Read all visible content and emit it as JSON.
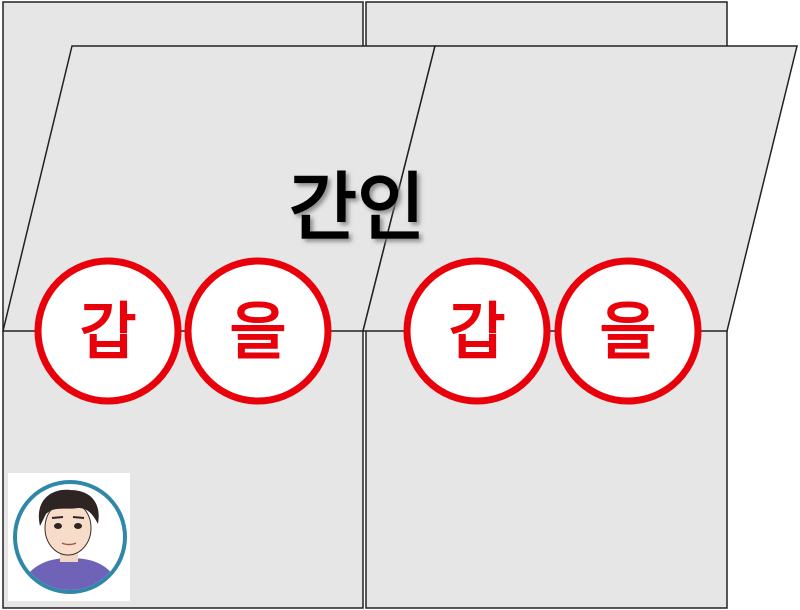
{
  "title": "간인",
  "seals": {
    "gap_label": "갑",
    "eul_label": "을"
  },
  "colors": {
    "paper_fill": "#e6e6e6",
    "paper_stroke": "#222222",
    "seal_red": "#e8000b",
    "title_color": "#000000"
  },
  "icons": {
    "avatar": "person-avatar-icon"
  }
}
